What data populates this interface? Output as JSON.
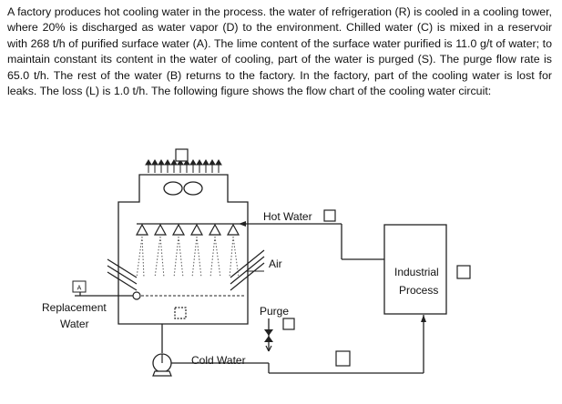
{
  "problem_text": "A factory produces hot cooling water in the process. the water of refrigeration (R) is cooled in a cooling tower, where 20% is discharged as water vapor (D) to the environment. Chilled water (C) is mixed in a reservoir with 268 t/h of purified surface water (A). The lime content of the surface water purified is 11.0 g/t of water; to maintain constant its content in the water of cooling, part of the water is purged (S). The purge flow rate is 65.0 t/h. The rest of the water (B) returns to the factory. In the factory, part of the cooling water is lost for leaks. The loss (L) is 1.0 t/h. The following figure shows the flow chart of the cooling water circuit:",
  "diagram": {
    "labels": {
      "hot_water": "Hot Water",
      "air": "Air",
      "industrial": "Industrial",
      "process": "Process",
      "purge": "Purge",
      "cold_water": "Cold Water",
      "replacement": "Replacement",
      "water": "Water",
      "stream_a": "A"
    }
  }
}
